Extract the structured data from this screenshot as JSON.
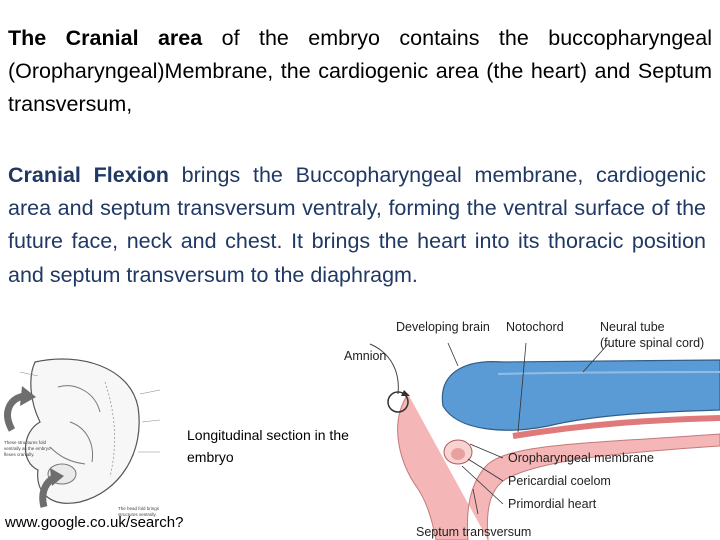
{
  "paragraph1": {
    "term": "The Cranial area",
    "text": " of the embryo contains the buccopharyngeal (Oropharyngeal)Membrane, the cardiogenic area (the heart) and Septum transversum,"
  },
  "paragraph2": {
    "term": "Cranial Flexion",
    "text": " brings the Buccopharyngeal membrane, cardiogenic area and septum transversum ventraly, forming the ventral surface of the future face, neck and chest. It brings the heart into its thoracic position and septum transversum to the diaphragm."
  },
  "caption": "Longitudinal section in the embryo",
  "source": "www.google.co.uk/search?",
  "diagram_labels": {
    "developing_brain": "Developing brain",
    "notochord": "Notochord",
    "neural_tube": "Neural tube",
    "spinal_cord": "(future spinal cord)",
    "amnion": "Amnion",
    "oropharyngeal": "Oropharyngeal membrane",
    "pericardial": "Pericardial coelom",
    "primordial_heart": "Primordial heart",
    "septum": "Septum transversum"
  },
  "colors": {
    "term_color": "#000000",
    "paragraph2_color": "#1f3864",
    "brain_blue": "#5b9bd5",
    "tissue_pink": "#f4b6b6",
    "arrow_gray": "#6e6e6e"
  }
}
